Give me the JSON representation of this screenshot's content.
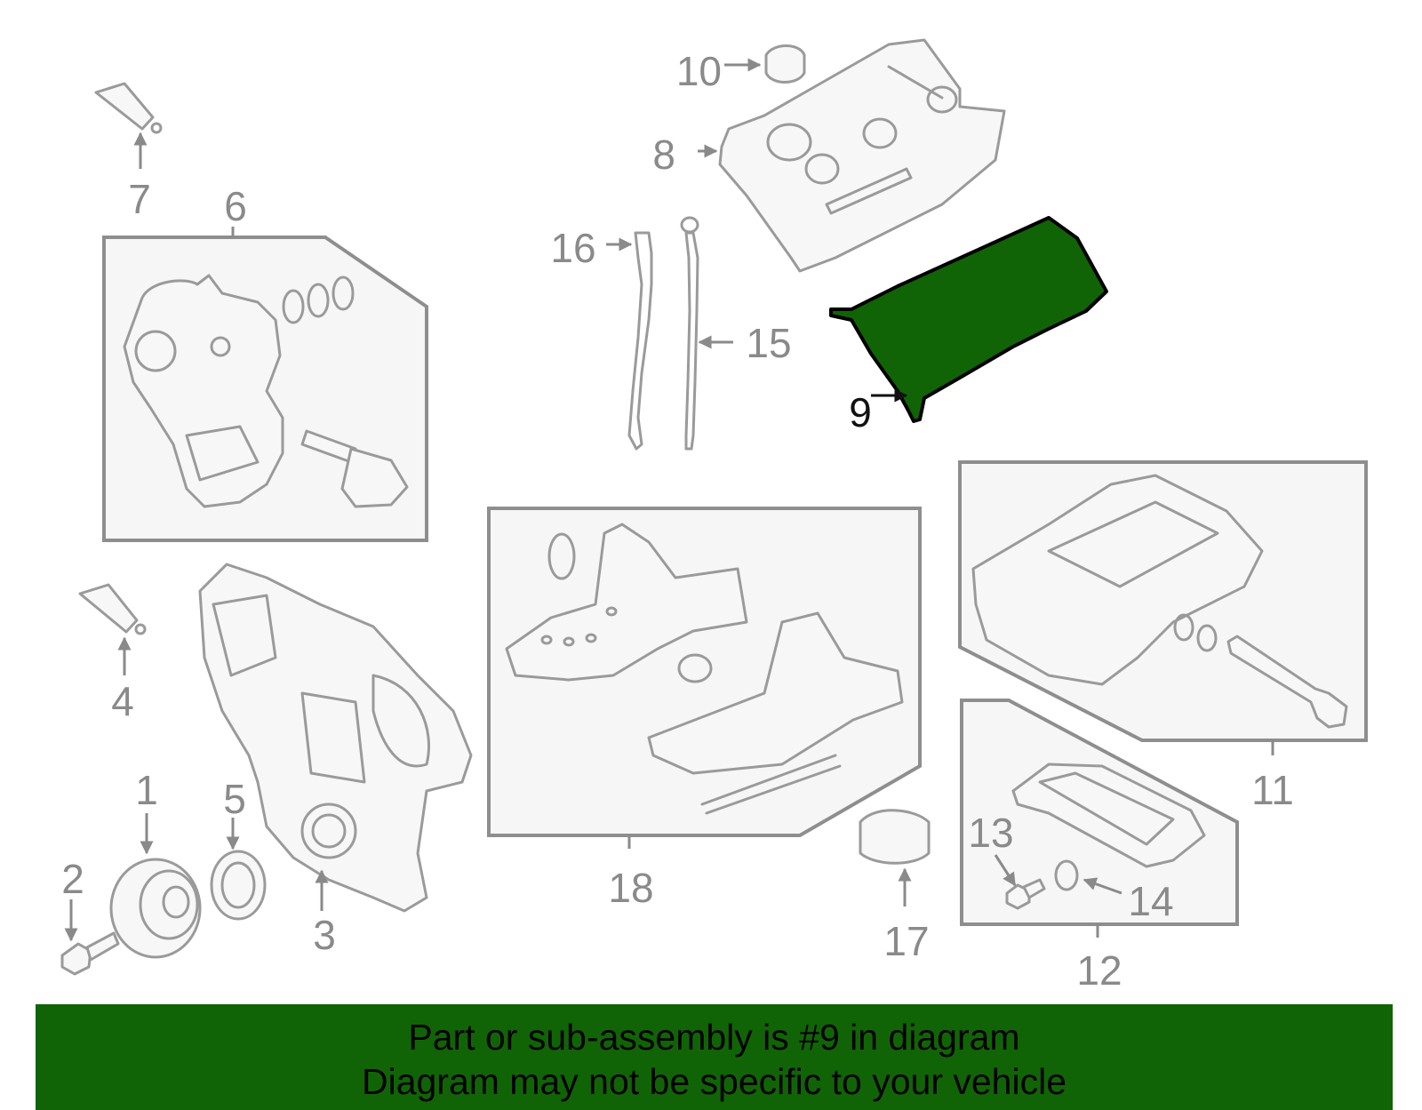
{
  "diagram": {
    "highlighted_part": "9",
    "callouts": [
      "1",
      "2",
      "3",
      "4",
      "5",
      "6",
      "7",
      "8",
      "9",
      "10",
      "11",
      "12",
      "13",
      "14",
      "15",
      "16",
      "17",
      "18"
    ],
    "colors": {
      "highlight": "#116406",
      "linework": "#9a9a9a",
      "callout_text": "#8a8a8a",
      "highlight_text": "#111111"
    }
  },
  "banner": {
    "line1": "Part or sub-assembly is #9 in diagram",
    "line2": "Diagram may not be specific to your vehicle",
    "background": "#116406"
  }
}
